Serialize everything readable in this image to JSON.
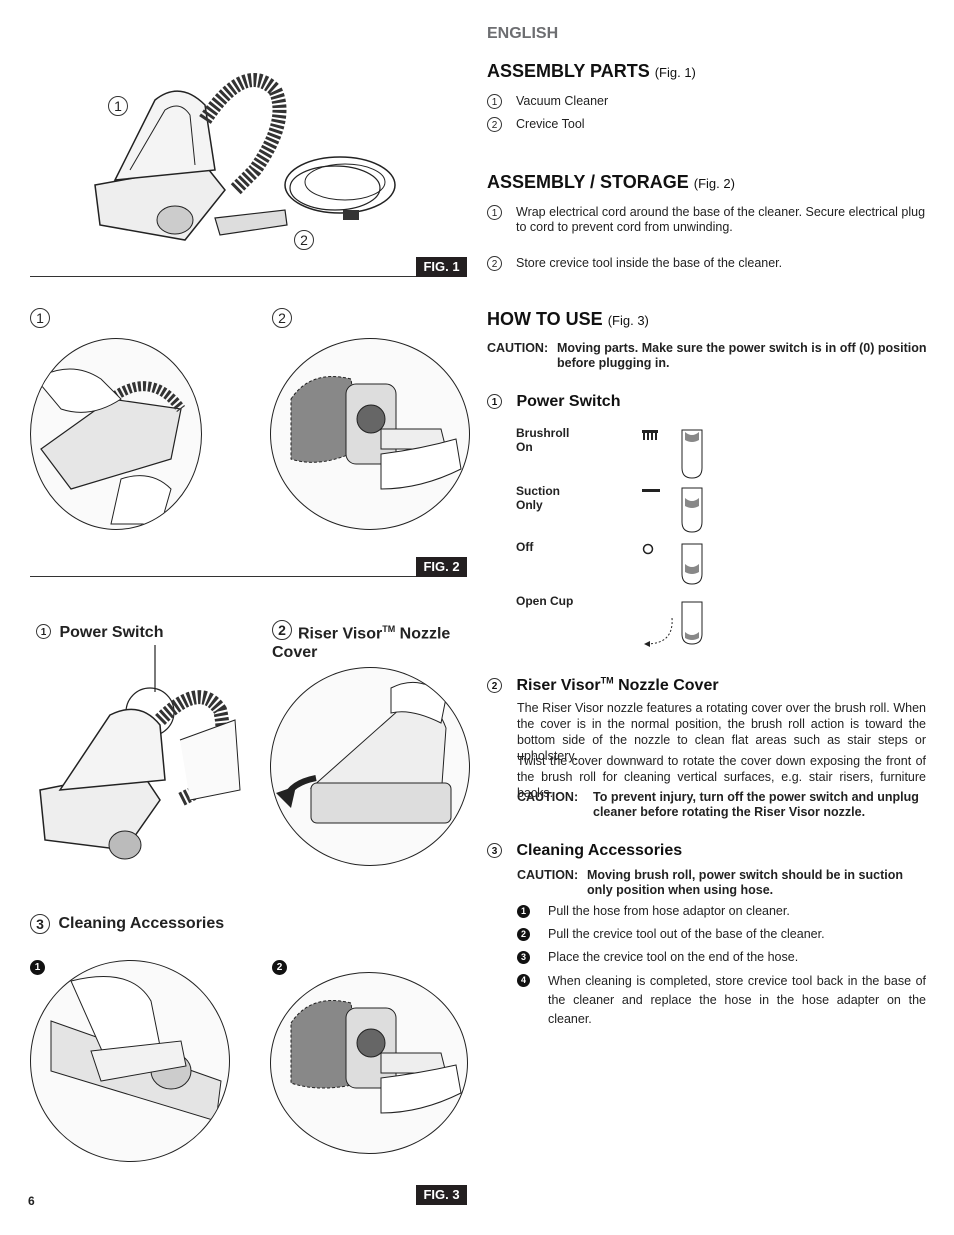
{
  "header": {
    "language": "ENGLISH"
  },
  "assembly_parts": {
    "title": "ASSEMBLY PARTS",
    "ref": "(Fig. 1)",
    "items": [
      {
        "num": "1",
        "text": "Vacuum Cleaner"
      },
      {
        "num": "2",
        "text": "Crevice Tool"
      }
    ]
  },
  "assembly_storage": {
    "title": "ASSEMBLY / STORAGE",
    "ref": "(Fig. 2)",
    "items": [
      {
        "num": "1",
        "text": "Wrap electrical cord around the base of the cleaner. Secure electrical plug to cord to prevent cord from unwinding."
      },
      {
        "num": "2",
        "text": "Store crevice tool inside the base of the cleaner."
      }
    ]
  },
  "how_to_use": {
    "title": "HOW TO USE",
    "ref": "(Fig. 3)",
    "caution_label": "CAUTION:",
    "caution_text": "Moving parts. Make sure the power switch is in off (0) position before plugging in.",
    "power_switch": {
      "num": "1",
      "title": "Power Switch",
      "positions": [
        {
          "label_line1": "Brushroll",
          "label_line2": "On"
        },
        {
          "label_line1": "Suction",
          "label_line2": "Only"
        },
        {
          "label_line1": "Off",
          "label_line2": ""
        },
        {
          "label_line1": "Open Cup",
          "label_line2": ""
        }
      ]
    },
    "riser_visor": {
      "num": "2",
      "title_a": "Riser Visor",
      "tm": "TM",
      "title_b": " Nozzle Cover",
      "para1": "The Riser Visor nozzle features a rotating cover over the brush roll. When the cover is in the normal position, the brush roll action is toward the bottom side of the nozzle to clean flat areas such as stair steps or upholstery.",
      "para2": "Twist the cover downward to rotate the cover down exposing the front of the brush roll for cleaning vertical surfaces, e.g. stair risers, furniture backs.",
      "caution_label": "CAUTION:",
      "caution_text": "To prevent injury, turn off the power switch and unplug cleaner before rotating the Riser Visor nozzle."
    },
    "cleaning": {
      "num": "3",
      "title": "Cleaning Accessories",
      "caution_label": "CAUTION:",
      "caution_text": "Moving brush roll, power switch should be in suction only position when using hose.",
      "steps": [
        {
          "num": "1",
          "text": "Pull the hose from hose adaptor on cleaner."
        },
        {
          "num": "2",
          "text": "Pull the crevice tool out of the base of the cleaner."
        },
        {
          "num": "3",
          "text": "Place the crevice tool on the end of the hose."
        },
        {
          "num": "4",
          "text": "When cleaning is completed, store crevice tool back in the base of the cleaner and replace the hose in the hose adapter on the cleaner."
        }
      ]
    }
  },
  "figures": {
    "fig1": {
      "tag": "FIG. 1",
      "callout1": "1",
      "callout2": "2"
    },
    "fig2": {
      "tag": "FIG. 2",
      "callout1": "1",
      "callout2": "2"
    },
    "fig3": {
      "tag": "FIG. 3",
      "ps_num": "1",
      "ps_label": "Power Switch",
      "rv_num": "2",
      "rv_label_a": "Riser Visor",
      "rv_tm": "TM",
      "rv_label_b": " Nozzle Cover",
      "ca_num": "3",
      "ca_label": "Cleaning Accessories",
      "step1": "1",
      "step2": "2"
    }
  },
  "footer": {
    "page_number": "6"
  }
}
